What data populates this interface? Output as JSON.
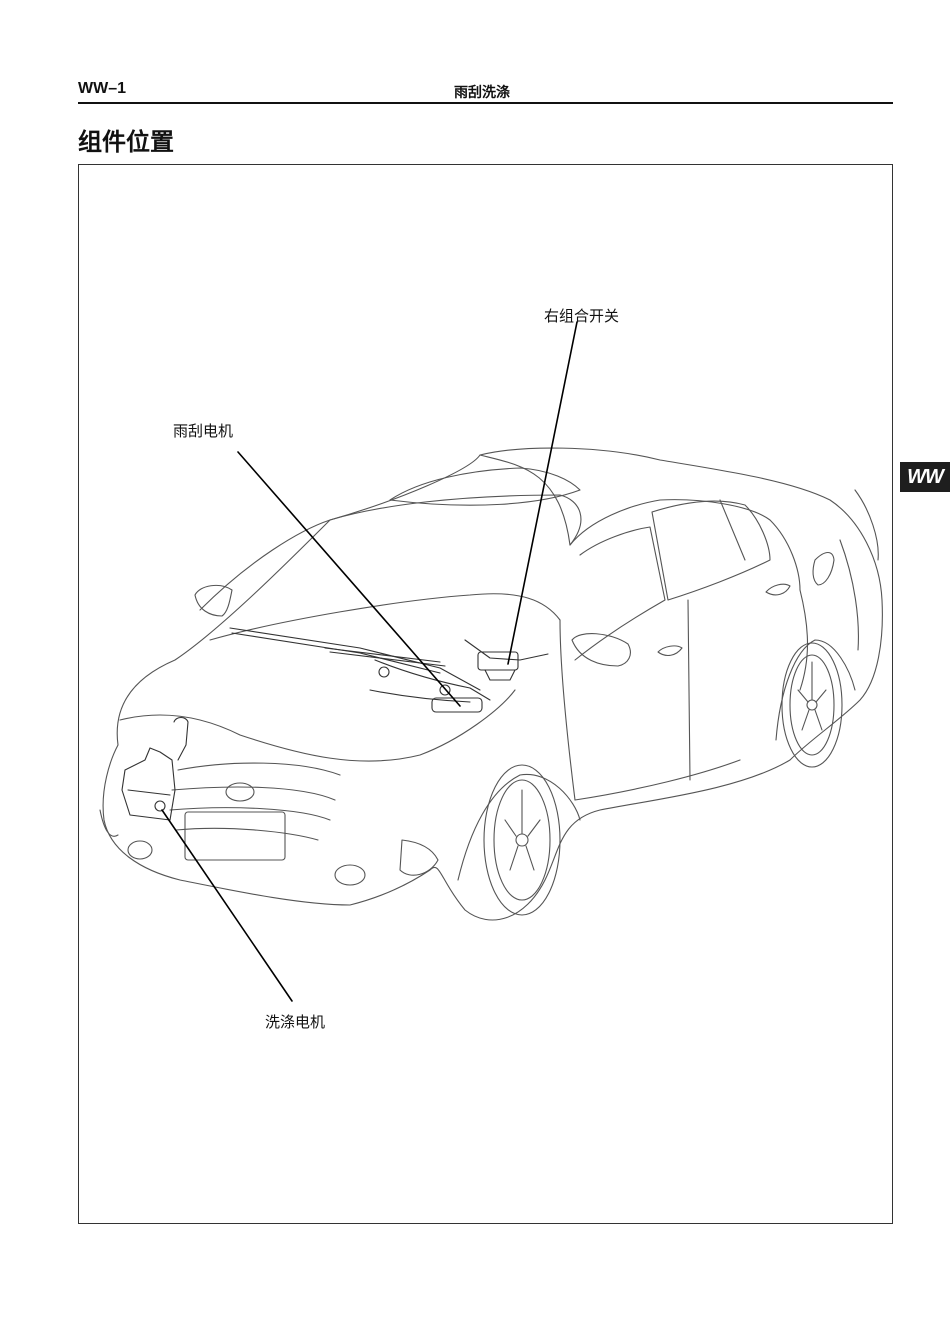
{
  "header": {
    "page_code": "WW–1",
    "section_name": "雨刮洗涤"
  },
  "page_title": "组件位置",
  "side_tab": "WW",
  "figure": {
    "callouts": {
      "right_combo_switch": "右组合开关",
      "wiper_motor": "雨刮电机",
      "washer_motor": "洗涤电机"
    }
  }
}
